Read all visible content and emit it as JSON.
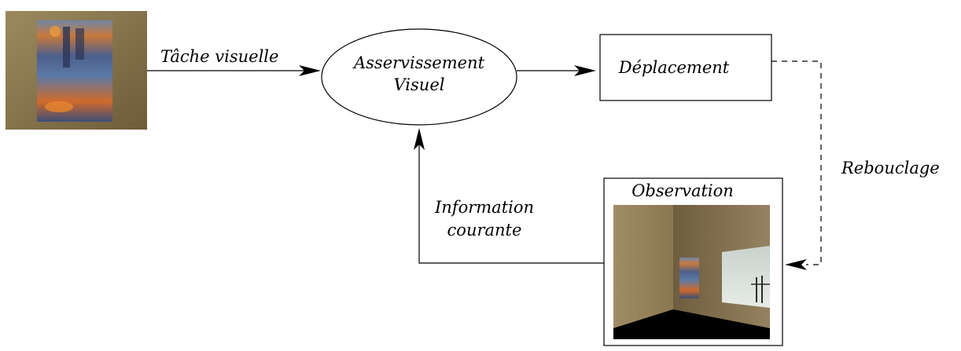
{
  "labels": {
    "tache_visuelle": "Tâche visuelle",
    "asservissement_line1": "Asservissement",
    "asservissement_line2": "Visuel",
    "deplacement": "Déplacement",
    "rebouclage": "Rebouclage",
    "observation": "Observation",
    "information_line1": "Information",
    "information_line2": "courante"
  },
  "images": {
    "target_image": "monet-painting-target-view",
    "observation_image": "virtual-gallery-room-view"
  },
  "colors": {
    "stroke": "#000000",
    "wall": "#8a7650",
    "floor": "#000000"
  }
}
